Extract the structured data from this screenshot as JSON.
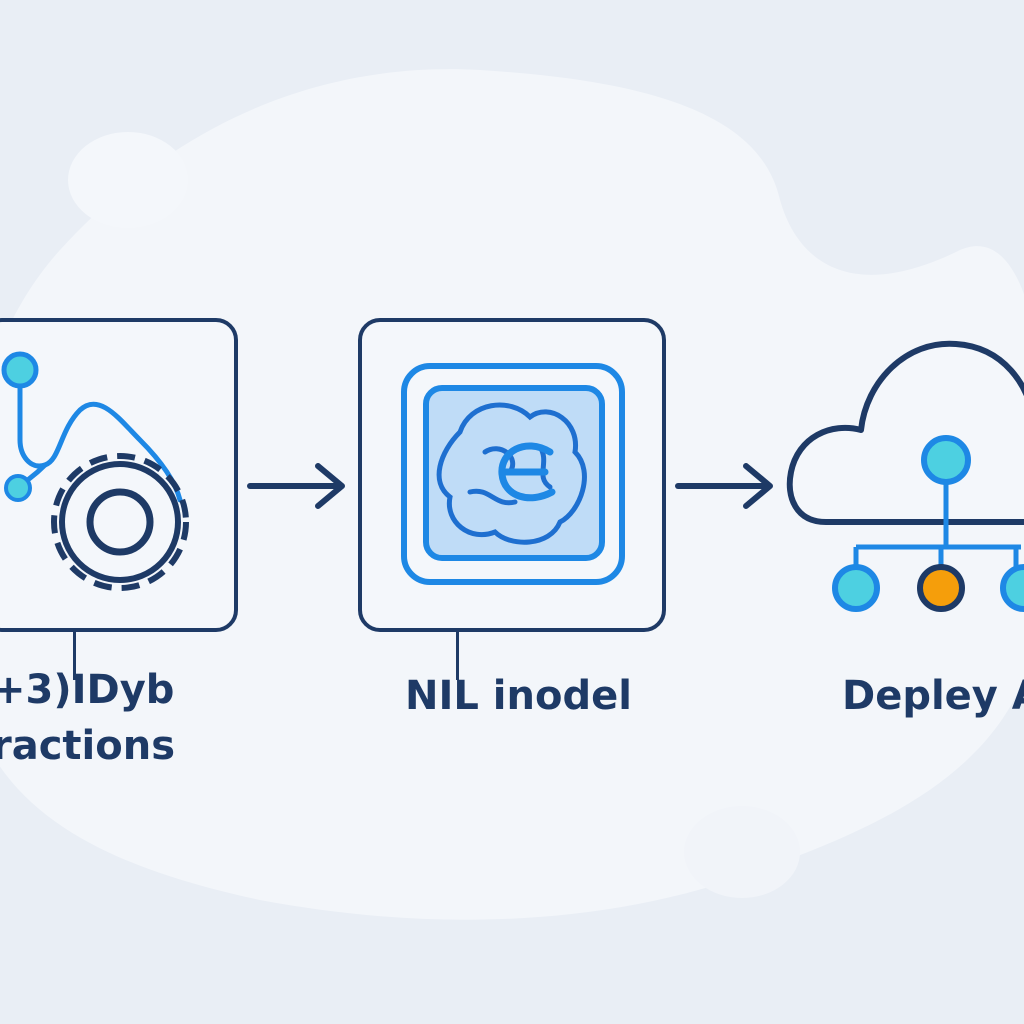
{
  "diagram": {
    "steps": [
      {
        "id": "data-extraction",
        "label_lines": [
          "+3)IDyb",
          "ractions"
        ],
        "icon": "gear-with-nodes-icon"
      },
      {
        "id": "ml-model",
        "label_lines": [
          "NIL inodel"
        ],
        "icon": "ai-chip-icon"
      },
      {
        "id": "deploy",
        "label_lines": [
          "Depley A"
        ],
        "icon": "cloud-network-icon"
      }
    ],
    "connectors": [
      "arrow-right-icon",
      "arrow-right-icon"
    ],
    "colors": {
      "background": "#e9eef5",
      "blob": "#f3f6fa",
      "outline": "#1e3a66",
      "accent_blue": "#1e88e5",
      "accent_cyan": "#4dd0e1",
      "accent_orange": "#f59e0b"
    }
  }
}
